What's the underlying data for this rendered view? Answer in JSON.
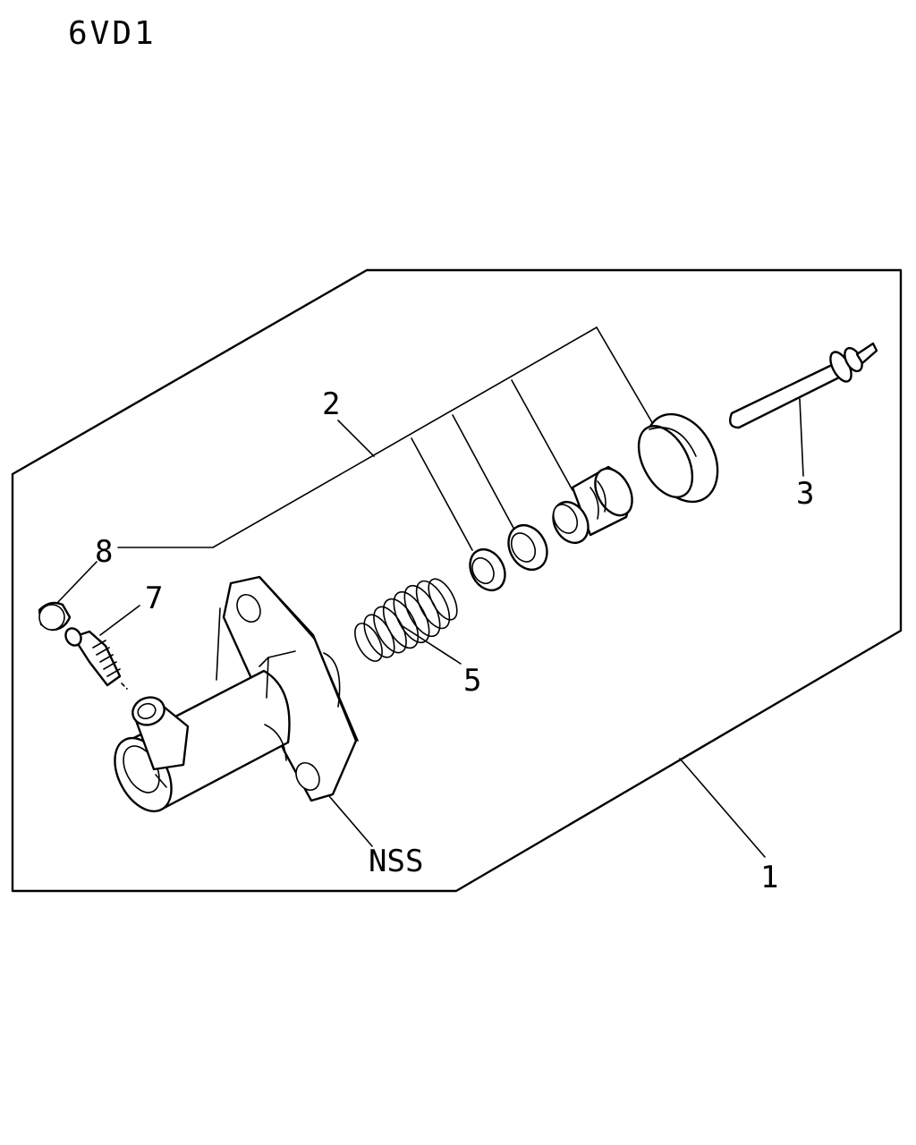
{
  "diagram": {
    "model_code": "6VD1",
    "callouts": {
      "c1": "1",
      "c2": "2",
      "c3": "3",
      "c5": "5",
      "c7": "7",
      "c8": "8",
      "nss": "NSS"
    }
  }
}
